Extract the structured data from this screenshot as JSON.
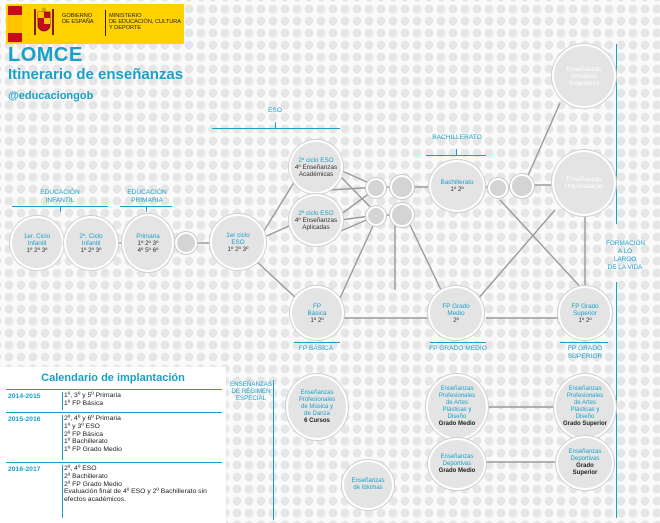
{
  "header": {
    "gov_label": "GOBIERNO\nDE ESPAÑA",
    "ministry_label": "MINISTERIO\nDE EDUCACIÓN, CULTURA\nY DEPORTE",
    "title": "LOMCE",
    "subtitle": "Itinerario de enseñanzas",
    "handle": "@educaciongob",
    "colors": {
      "accent": "#1a9fc9",
      "logo_bg": "#ffd200",
      "flag_red": "#c60b1e",
      "flag_yellow": "#ffc400"
    }
  },
  "section_labels": {
    "infantil": "EDUCACIÓN\nINFANTIL",
    "primaria": "EDUCACIÓN\nPRIMARIA",
    "eso": "ESO",
    "bachillerato": "BACHILLERATO",
    "fp_basica": "FP BÁSICA",
    "fp_medio": "FP GRADO MEDIO",
    "fp_superior": "FP GRADO\nSUPERIOR",
    "lifelong": "FORMACIÓN\nA LO LARGO\nDE LA VIDA",
    "regimen_especial": "ENSEÑANZAS\nDE RÉGIMEN\nESPECIAL"
  },
  "nodes": {
    "infantil1": {
      "title": "1er. Ciclo\nInfantil",
      "detail": "1º 2º 3º"
    },
    "infantil2": {
      "title": "2º. Ciclo\nInfantil",
      "detail": "1º 2º 3º"
    },
    "primaria": {
      "title": "Primaria",
      "detail": "1º 2º 3º",
      "detail2": "4º 5º 6º"
    },
    "eso1": {
      "title": "1er ciclo\nESO",
      "detail": "1º 2º 3º"
    },
    "eso2a": {
      "title": "2º ciclo ESO",
      "detail": "4º Enseñanzas",
      "detail2": "Académicas"
    },
    "eso2b": {
      "title": "2º ciclo ESO",
      "detail": "4º Enseñanzas",
      "detail2": "Aplicadas"
    },
    "bach": {
      "title": "Bachillerato",
      "detail": "1º 2º"
    },
    "artisticas": {
      "title": "Enseñanzas\nArtísticas\nSuperiores"
    },
    "universitarias": {
      "title": "Enseñanzas\nUniversitarias"
    },
    "fpbasica": {
      "title": "FP\nBásica",
      "detail": "1º 2º"
    },
    "fpmedio": {
      "title": "FP Grado\nMedio",
      "detail": "2º"
    },
    "fpsuperior": {
      "title": "FP Grado\nSuperior",
      "detail": "1º 2º"
    },
    "musica": {
      "title": "Enseñanzas\nProfesionales\nde Música y\nde Danza",
      "detail": "6 Cursos"
    },
    "artes_medio": {
      "title": "Enseñanzas\nProfesionales\nde Artes\nPlásticas y\nDiseño",
      "detail": "Grado Medio"
    },
    "artes_sup": {
      "title": "Enseñanzas\nProfesionales\nde Artes\nPlásticas y\nDiseño",
      "detail": "Grado Superior"
    },
    "idiomas": {
      "title": "Enseñanzas\nde Idiomas"
    },
    "deport_medio": {
      "title": "Enseñanzas\nDeportivas",
      "detail": "Grado Medio"
    },
    "deport_sup": {
      "title": "Enseñanzas\nDeportivas",
      "detail": "Grado\nSuperior"
    }
  },
  "calendar": {
    "title": "Calendario de implantación",
    "rows": [
      {
        "year": "2014-2015",
        "items": [
          "1º, 3º y 5º Primaria",
          "1º FP Básica"
        ]
      },
      {
        "year": "2015-2016",
        "items": [
          "2º, 4º y 6º Primaria",
          "1º y 3º ESO",
          "2º FP Básica",
          "1º Bachillerato",
          "1º FP Grado Medio"
        ]
      },
      {
        "year": "2016-2017",
        "items": [
          "2º, 4º ESO",
          "2º Bachillerato",
          "2º FP Grado Medio",
          "Evaluación final de 4º ESO y 2º Bachillerato sin efectos académicos."
        ]
      }
    ]
  }
}
